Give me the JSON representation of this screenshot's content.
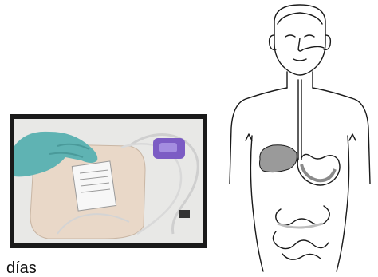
{
  "caption": {
    "text": "días"
  },
  "colors": {
    "photo_frame": "#1a1a1a",
    "glove": "#5fb3b3",
    "feeding_bag_fluid": "#e9d8c8",
    "pump_cassette": "#7c5cc4",
    "liver": "#9a9a9a",
    "line_art": "#1a1a1a"
  },
  "icons": {
    "photo": "feeding-bag-photo",
    "figure": "nasogastric-tube-anatomy-illustration"
  }
}
